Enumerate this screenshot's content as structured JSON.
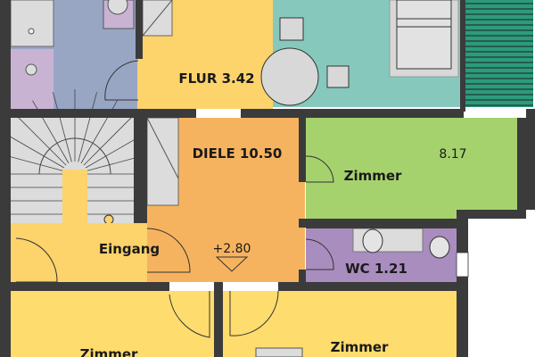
{
  "rooms": {
    "flur": {
      "label": "FLUR 3.42"
    },
    "diele": {
      "label": "DIELE 10.50"
    },
    "zimmer_right": {
      "label": "Zimmer",
      "area": "8.17"
    },
    "eingang": {
      "label": "Eingang"
    },
    "level": {
      "label": "+2.80"
    },
    "wc": {
      "label": "WC 1.21"
    },
    "zimmer_bottom_left": {
      "label": "Zimmer"
    },
    "zimmer_bottom_right": {
      "label": "Zimmer"
    }
  },
  "colors": {
    "wall": "#3b3b3b",
    "bath": "#98a6c4",
    "flur": "#fdd36b",
    "living": "#86c9bc",
    "diele": "#f6b35f",
    "zimmer_green": "#a6d26e",
    "wc": "#a98dbf",
    "zimmer_yellow": "#fedc6e",
    "fixture": "#dcdcdc",
    "balcony": "#2e9a7c"
  }
}
